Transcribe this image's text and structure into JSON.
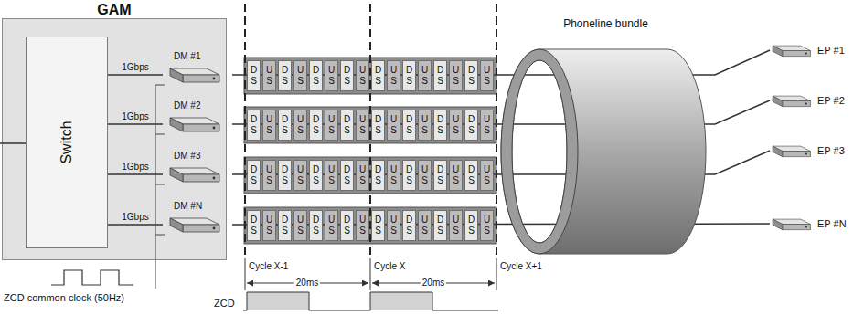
{
  "diagram": {
    "nodes": [
      {
        "text": [
          "GAM"
        ]
      },
      {
        "text": [
          "Switch"
        ],
        "in": 0
      },
      {
        "text": [
          "DM #1"
        ],
        "in": 0
      },
      {
        "text": [
          "DM #2"
        ],
        "in": 0
      },
      {
        "text": [
          "DM #3"
        ],
        "in": 0
      },
      {
        "text": [
          "DM #N"
        ],
        "in": 0
      },
      {
        "text": [
          "D S"
        ]
      },
      {
        "text": [
          "U S"
        ]
      },
      {
        "text": [
          "D S"
        ]
      },
      {
        "text": [
          "U S"
        ]
      },
      {
        "text": [
          "D S"
        ]
      },
      {
        "text": [
          "U S"
        ]
      },
      {
        "text": [
          "D S"
        ]
      },
      {
        "text": [
          "U S"
        ]
      },
      {
        "text": [
          "D S"
        ]
      },
      {
        "text": [
          "U S"
        ]
      },
      {
        "text": [
          "D S"
        ]
      },
      {
        "text": [
          "U S"
        ]
      },
      {
        "text": [
          "D S"
        ]
      },
      {
        "text": [
          "U S"
        ]
      },
      {
        "text": [
          "D S"
        ]
      },
      {
        "text": [
          "U S"
        ]
      },
      {
        "text": [
          "D S"
        ]
      },
      {
        "text": [
          "U S"
        ]
      },
      {
        "text": [
          "D S"
        ]
      },
      {
        "text": [
          "U S"
        ]
      },
      {
        "text": [
          "D S"
        ]
      },
      {
        "text": [
          "U S"
        ]
      },
      {
        "text": [
          "D S"
        ]
      },
      {
        "text": [
          "U S"
        ]
      },
      {
        "text": [
          "D S"
        ]
      },
      {
        "text": [
          "U S"
        ]
      },
      {
        "text": [
          "D S"
        ]
      },
      {
        "text": [
          "U S"
        ]
      },
      {
        "text": [
          "D S"
        ]
      },
      {
        "text": [
          "U S"
        ]
      },
      {
        "text": [
          "D S"
        ]
      },
      {
        "text": [
          "U S"
        ]
      },
      {
        "text": [
          "D S"
        ]
      },
      {
        "text": [
          "U S"
        ]
      },
      {
        "text": [
          "D S"
        ]
      },
      {
        "text": [
          "U S"
        ]
      },
      {
        "text": [
          "D S"
        ]
      },
      {
        "text": [
          "U S"
        ]
      },
      {
        "text": [
          "D S"
        ]
      },
      {
        "text": [
          "U S"
        ]
      },
      {
        "text": [
          "D S"
        ]
      },
      {
        "text": [
          "U S"
        ]
      },
      {
        "text": [
          "D S"
        ]
      },
      {
        "text": [
          "U S"
        ]
      },
      {
        "text": [
          "D S"
        ]
      },
      {
        "text": [
          "U S"
        ]
      },
      {
        "text": [
          "D S"
        ]
      },
      {
        "text": [
          "U S"
        ]
      },
      {
        "text": [
          "D S"
        ]
      },
      {
        "text": [
          "U S"
        ]
      },
      {
        "text": [
          "D S"
        ]
      },
      {
        "text": [
          "U S"
        ]
      },
      {
        "text": [
          "D S"
        ]
      },
      {
        "text": [
          "U S"
        ]
      },
      {
        "text": [
          "D S"
        ]
      },
      {
        "text": [
          "U S"
        ]
      },
      {
        "text": [
          "D S"
        ]
      },
      {
        "text": [
          "U S"
        ]
      },
      {
        "text": [
          "D S"
        ]
      },
      {
        "text": [
          "U S"
        ]
      },
      {
        "text": [
          "D S"
        ]
      },
      {
        "text": [
          "U S"
        ]
      },
      {
        "text": [
          "D S"
        ]
      },
      {
        "text": [
          "U S"
        ]
      },
      {
        "text": [
          "Phoneline bundle"
        ]
      },
      {
        "text": [
          "EP #1"
        ]
      },
      {
        "text": [
          "EP #2"
        ]
      },
      {
        "text": [
          "EP #3"
        ]
      },
      {
        "text": [
          "EP #N"
        ]
      }
    ],
    "edges": [
      {
        "from": 1,
        "to": 2,
        "arrow": "none",
        "label": "1Gbps"
      },
      {
        "from": 1,
        "to": 3,
        "arrow": "none",
        "label": "1Gbps"
      },
      {
        "from": 1,
        "to": 4,
        "arrow": "none",
        "label": "1Gbps"
      },
      {
        "from": 1,
        "to": 5,
        "arrow": "none",
        "label": "1Gbps"
      },
      {
        "from": 2,
        "to": 71,
        "arrow": "none"
      },
      {
        "from": 3,
        "to": 72,
        "arrow": "none"
      },
      {
        "from": 4,
        "to": 73,
        "arrow": "none"
      },
      {
        "from": 5,
        "to": 74,
        "arrow": "none"
      }
    ],
    "labels": [
      "Cycle X-1",
      "Cycle X",
      "Cycle X+1",
      "20ms",
      "20ms",
      "ZCD",
      "ZCD common clock (50Hz)"
    ]
  }
}
